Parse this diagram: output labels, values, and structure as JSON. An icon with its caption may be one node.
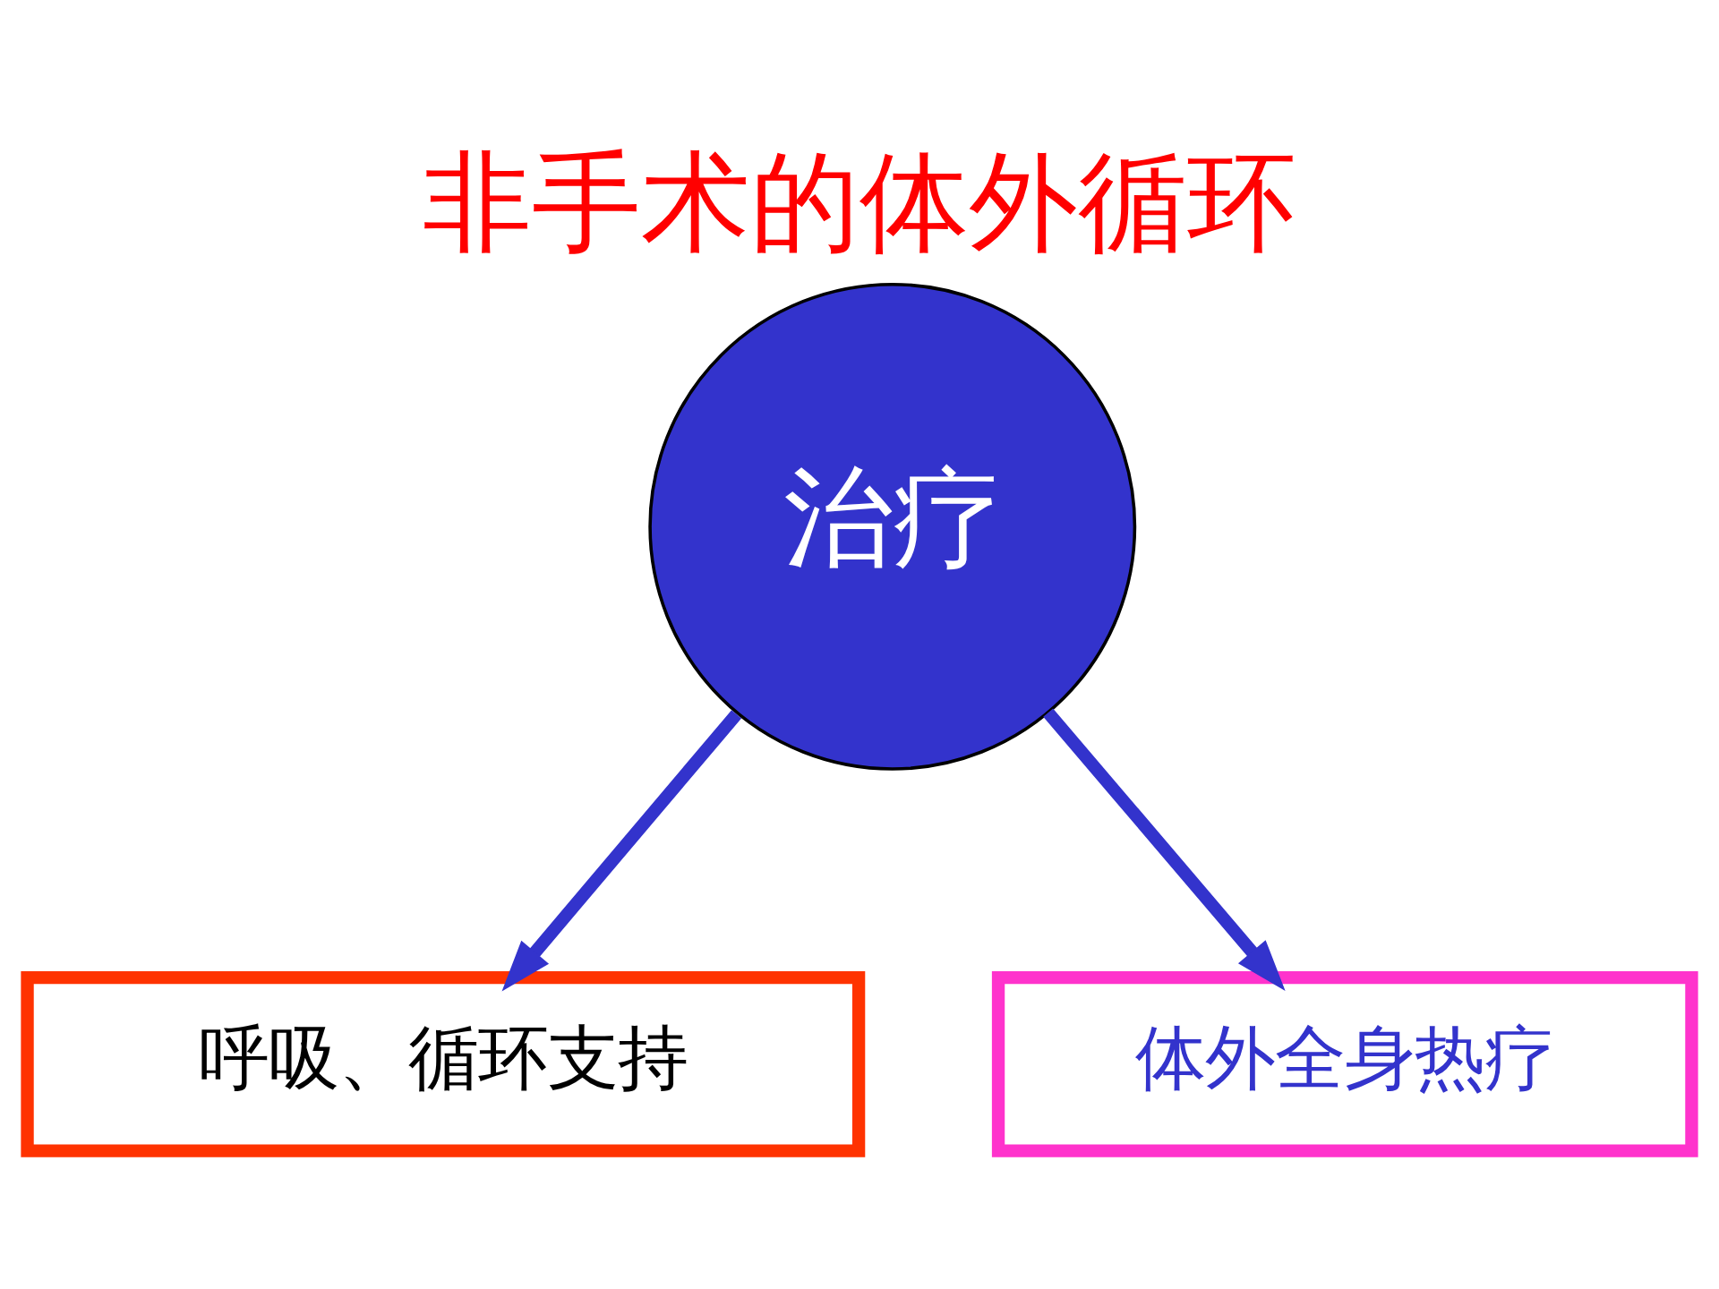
{
  "diagram": {
    "title": "非手术的体外循环",
    "nodes": [
      {
        "text": [
          "治疗"
        ]
      },
      {
        "text": [
          "呼吸、循环支持"
        ]
      },
      {
        "text": [
          "体外全身热疗"
        ]
      }
    ],
    "edges": [
      {
        "from": 0,
        "to": 1,
        "arrow": "to"
      },
      {
        "from": 0,
        "to": 2,
        "arrow": "to"
      }
    ]
  }
}
